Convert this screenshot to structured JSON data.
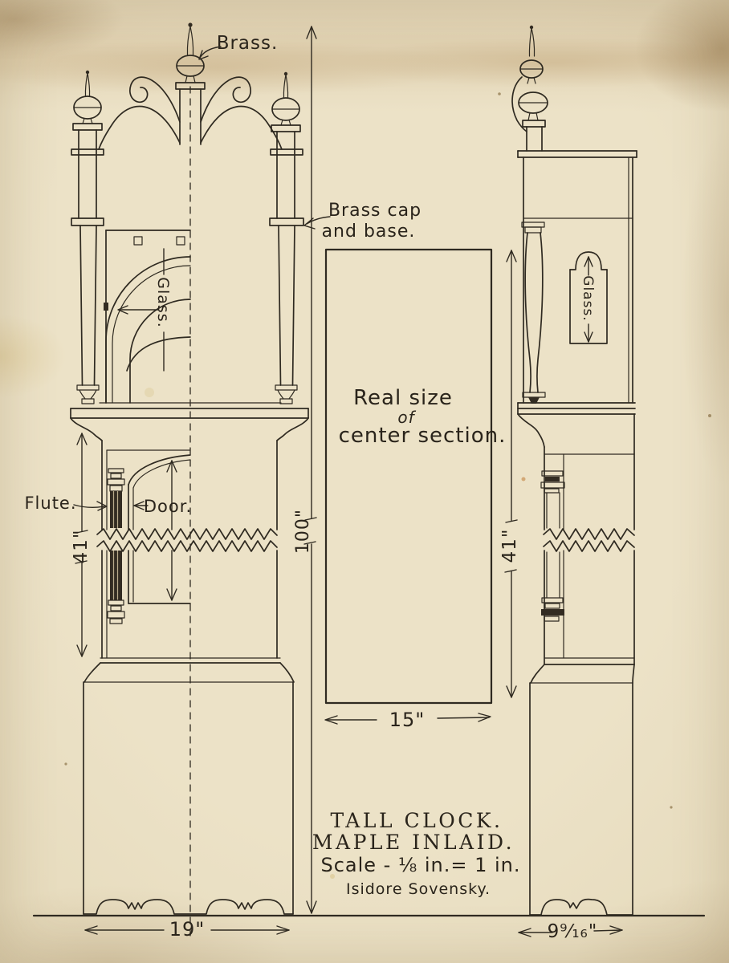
{
  "drawing": {
    "title": "TALL CLOCK.",
    "material": "MAPLE INLAID.",
    "scale": "Scale - ⅛ in.= 1 in.",
    "artist": "Isidore Sovensky."
  },
  "annotations": {
    "brass": "Brass.",
    "brass_cap_line1": "Brass cap",
    "brass_cap_line2": "and base.",
    "glass_front": "Glass.",
    "glass_side": "Glass.",
    "flute": "Flute.",
    "door": "Door.",
    "real_size_line1": "Real size",
    "real_size_line2": "of",
    "real_size_line3": "center section."
  },
  "dimensions": {
    "overall_height": "100\"",
    "front_section_height": "41\"",
    "side_section_height": "41\"",
    "center_section_width": "15\"",
    "front_base_width": "19\"",
    "side_base_depth": "9⁹⁄₁₆\""
  },
  "colors": {
    "paper": "#e8ddc0",
    "ink": "#2f2a21"
  }
}
